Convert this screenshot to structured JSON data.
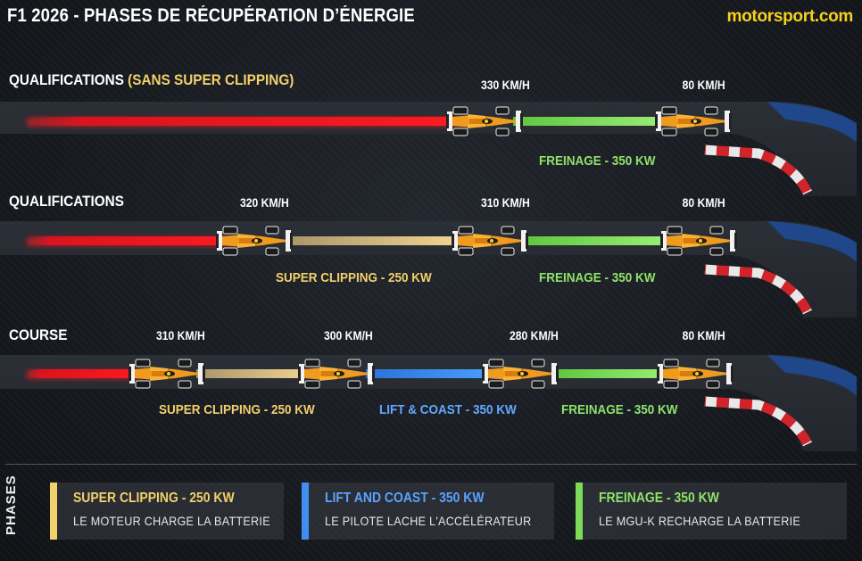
{
  "header": {
    "title": "F1 2026 - PHASES DE RÉCUPÉRATION D’ÉNERGIE",
    "brand": "motorsport.com"
  },
  "rows": [
    {
      "title": "QUALIFICATIONS",
      "title_accent": "(SANS SUPER CLIPPING)",
      "speeds": [
        "330 KM/H",
        "80 KM/H"
      ],
      "labels": [
        {
          "text": "FREINAGE - 350 KW",
          "color": "green"
        }
      ]
    },
    {
      "title": "QUALIFICATIONS",
      "speeds": [
        "320 KM/H",
        "310 KM/H",
        "80 KM/H"
      ],
      "labels": [
        {
          "text": "SUPER CLIPPING - 250 KW",
          "color": "yellow"
        },
        {
          "text": "FREINAGE - 350 KW",
          "color": "green"
        }
      ]
    },
    {
      "title": "COURSE",
      "speeds": [
        "310 KM/H",
        "300 KM/H",
        "280 KM/H",
        "80 KM/H"
      ],
      "labels": [
        {
          "text": "SUPER CLIPPING - 250 KW",
          "color": "yellow"
        },
        {
          "text": "LIFT & COAST - 350 KW",
          "color": "blue"
        },
        {
          "text": "FREINAGE - 350 KW",
          "color": "green"
        }
      ]
    }
  ],
  "legend": {
    "side_label": "PHASES",
    "items": [
      {
        "title": "SUPER CLIPPING - 250 KW",
        "desc": "LE MOTEUR CHARGE  LA BATTERIE",
        "color": "#f2d06b"
      },
      {
        "title": "LIFT AND COAST - 350 KW",
        "desc": "LE PILOTE LACHE L'ACCÉLÉRATEUR",
        "color": "#3f8ef0"
      },
      {
        "title": "FREINAGE - 350 KW",
        "desc": "LE MGU-K RECHARGE LA BATTERIE",
        "color": "#7ddb57"
      }
    ]
  },
  "colors": {
    "power": "#e8111b",
    "clipping": "#e9c878",
    "lift": "#3b8ef3",
    "braking": "#7ddb57",
    "brand": "#f5d21c"
  }
}
